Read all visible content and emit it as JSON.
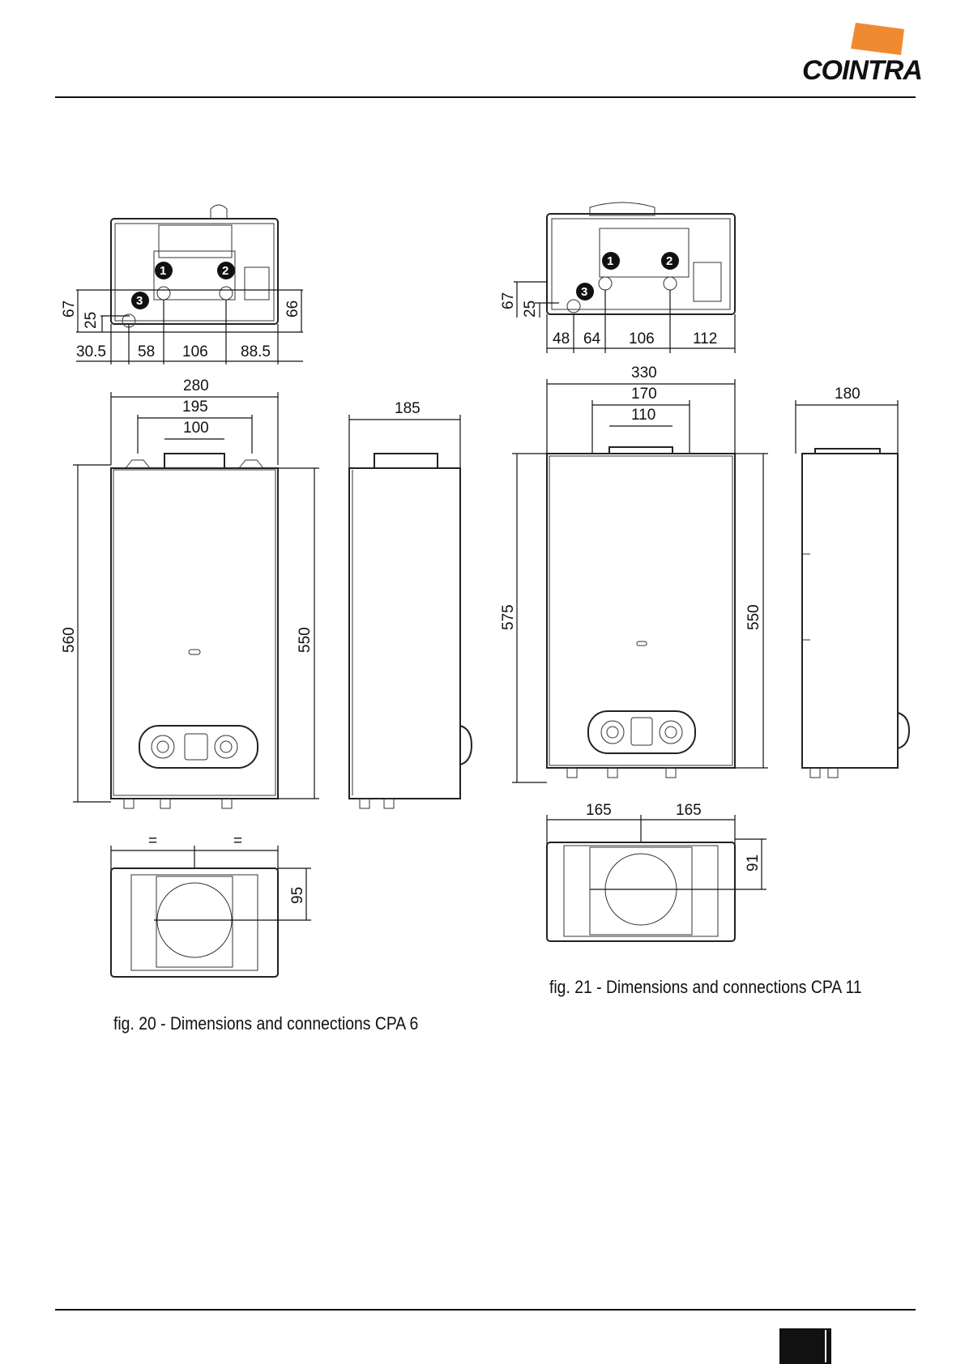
{
  "brand": {
    "logo_text": "COINTRA",
    "accent_color": "#F08A30"
  },
  "figures": [
    {
      "caption": "fig. 20 - Dimensions and connections CPA 6",
      "dims": {
        "top_left_67": "67",
        "top_left_25": "25",
        "top_right_66": "66",
        "bottom_row": [
          "30.5",
          "58",
          "106",
          "88.5"
        ],
        "width_280": "280",
        "width_195": "195",
        "width_100": "100",
        "height_560": "560",
        "height_550": "550",
        "depth_185": "185",
        "eq_left": "=",
        "eq_right": "=",
        "flue_95": "95"
      },
      "connections": [
        "1",
        "2",
        "3"
      ]
    },
    {
      "caption": "fig. 21 - Dimensions and connections CPA 11",
      "dims": {
        "top_left_67": "67",
        "top_left_25": "25",
        "bottom_row": [
          "48",
          "64",
          "106",
          "112"
        ],
        "width_330": "330",
        "width_170": "170",
        "width_110": "110",
        "height_575": "575",
        "height_550": "550",
        "depth_180": "180",
        "half_left": "165",
        "half_right": "165",
        "flue_91": "91"
      },
      "connections": [
        "1",
        "2",
        "3"
      ]
    }
  ]
}
